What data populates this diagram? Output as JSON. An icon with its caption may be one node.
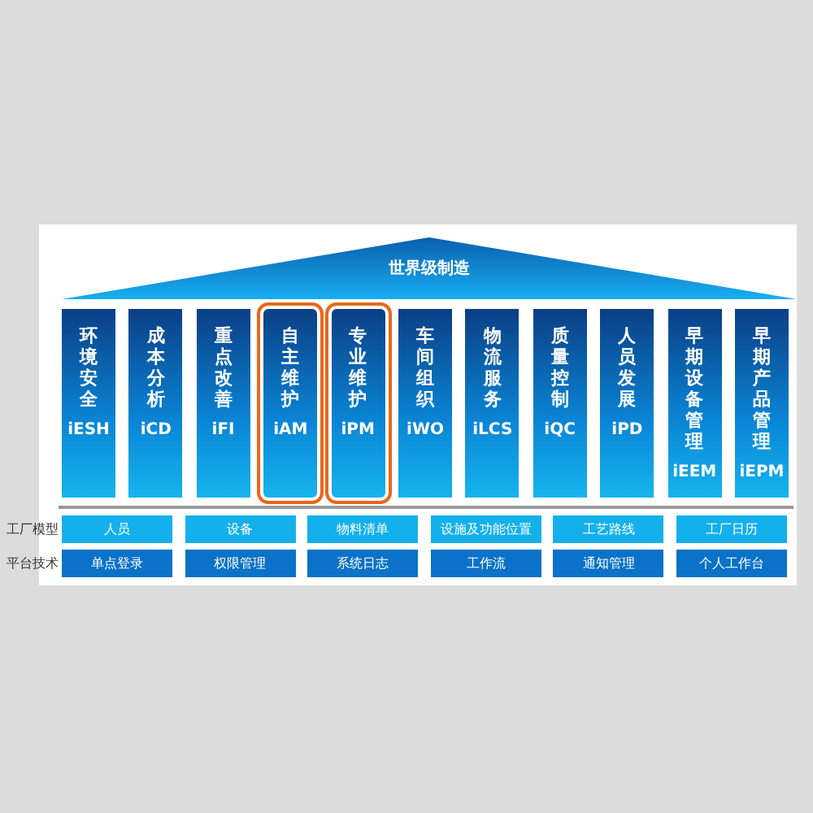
{
  "diagram": {
    "nodes": [
      {
        "text": [
          "世界级制造"
        ]
      },
      {
        "text": [
          "环境安全",
          "iESH"
        ]
      },
      {
        "text": [
          "成本分析",
          "iCD"
        ]
      },
      {
        "text": [
          "重点改善",
          "iFI"
        ]
      },
      {
        "text": [
          "自主维护",
          "iAM"
        ]
      },
      {
        "text": [
          "专业维护",
          "iPM"
        ]
      },
      {
        "text": [
          "车间组织",
          "iWO"
        ]
      },
      {
        "text": [
          "物流服务",
          "iLCS"
        ]
      },
      {
        "text": [
          "质量控制",
          "iQC"
        ]
      },
      {
        "text": [
          "人员发展",
          "iPD"
        ]
      },
      {
        "text": [
          "早期设备管理",
          "iEEM"
        ]
      },
      {
        "text": [
          "早期产品管理",
          "iEPM"
        ]
      },
      {
        "text": [
          "人员"
        ]
      },
      {
        "text": [
          "设备"
        ]
      },
      {
        "text": [
          "物料清单"
        ]
      },
      {
        "text": [
          "设施及功能位置"
        ]
      },
      {
        "text": [
          "工艺路线"
        ]
      },
      {
        "text": [
          "工厂日历"
        ]
      },
      {
        "text": [
          "单点登录"
        ]
      },
      {
        "text": [
          "权限管理"
        ]
      },
      {
        "text": [
          "系统日志"
        ]
      },
      {
        "text": [
          "工作流"
        ]
      },
      {
        "text": [
          "通知管理"
        ]
      },
      {
        "text": [
          "个人工作台"
        ]
      }
    ],
    "labels": [
      "工厂模型",
      "平台技术"
    ]
  }
}
